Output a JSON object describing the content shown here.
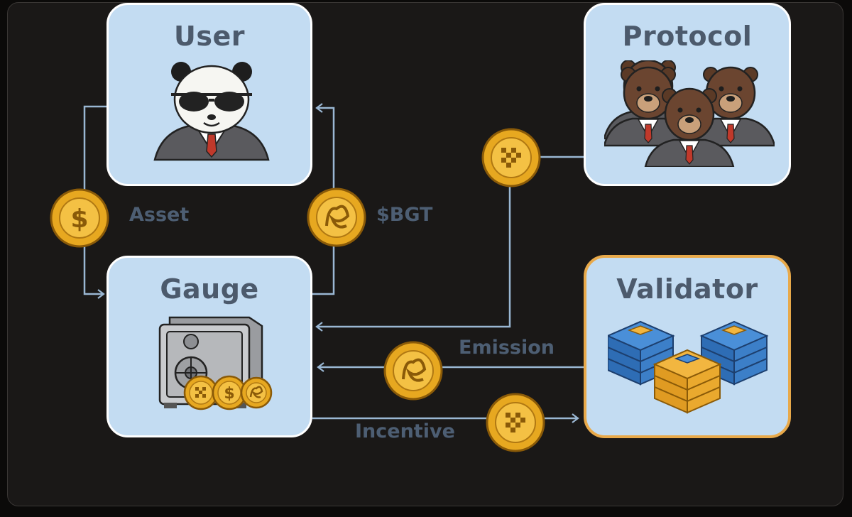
{
  "nodes": {
    "user": {
      "title": "User"
    },
    "protocol": {
      "title": "Protocol"
    },
    "gauge": {
      "title": "Gauge"
    },
    "validator": {
      "title": "Validator"
    }
  },
  "edges": {
    "asset": {
      "label": "Asset"
    },
    "bgt": {
      "label": "$BGT"
    },
    "emission": {
      "label": "Emission"
    },
    "incentive": {
      "label": "Incentive"
    }
  },
  "icons": {
    "asset_coin": "dollar-coin-icon",
    "bgt_coin": "bgt-coin-icon",
    "incentive_coin": "checker-coin-icon"
  },
  "colors": {
    "background": "#1a1817",
    "node_fill": "#c3dcf2",
    "validator_border": "#e8a94a",
    "connector": "#9ab7d3",
    "label_text": "#4d5e73",
    "coin_gold": "#e7a820"
  }
}
